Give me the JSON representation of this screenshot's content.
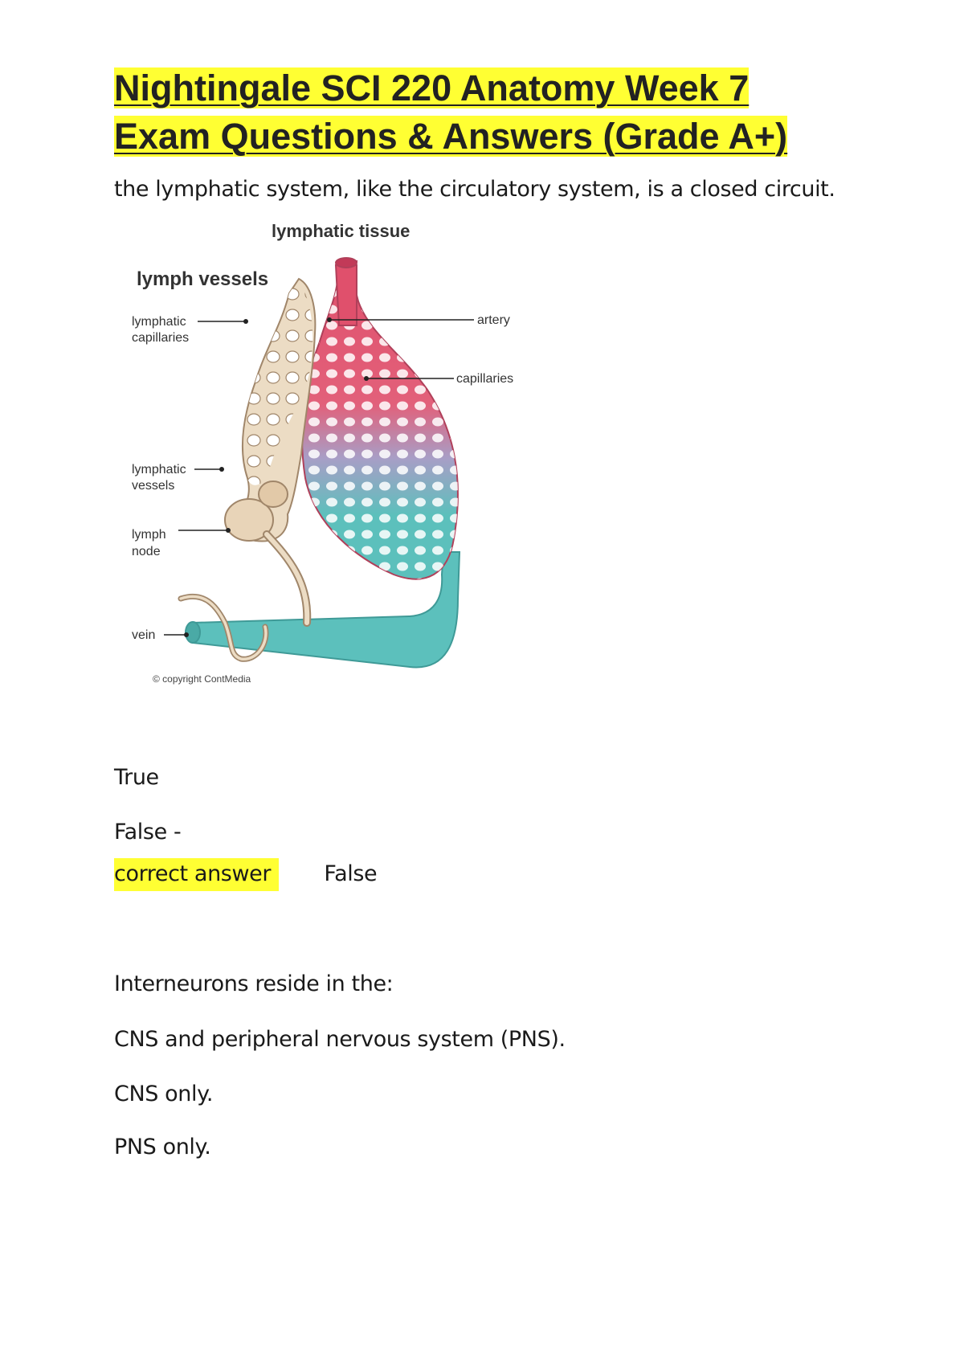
{
  "document": {
    "title_line1": "Nightingale SCI 220 Anatomy Week 7",
    "title_line2": "Exam Questions & Answers (Grade A+)"
  },
  "q1": {
    "question": "the lymphatic system, like the circulatory system, is a closed circuit.",
    "options": [
      "True",
      "False -"
    ],
    "answer_label": "correct answer",
    "answer_value": "False"
  },
  "figure": {
    "heading": "lymphatic tissue",
    "subheading": "lymph vessels",
    "labels": {
      "lymphatic_capillaries_1": "lymphatic",
      "lymphatic_capillaries_2": "capillaries",
      "artery": "artery",
      "capillaries": "capillaries",
      "lymphatic_vessels_1": "lymphatic",
      "lymphatic_vessels_2": "vessels",
      "lymph_node_1": "lymph",
      "lymph_node_2": "node",
      "vein": "vein"
    },
    "copyright": "© copyright ContMedia",
    "colors": {
      "artery": "#e0506c",
      "vein": "#5cc0bc",
      "lymph": "#ecdcc4",
      "lymph_outline": "#a0866a"
    }
  },
  "q2": {
    "question": "Interneurons reside in the:",
    "options": [
      "CNS and peripheral nervous system (PNS).",
      "CNS only.",
      "PNS only."
    ]
  },
  "colors": {
    "highlight": "#ffff33"
  }
}
